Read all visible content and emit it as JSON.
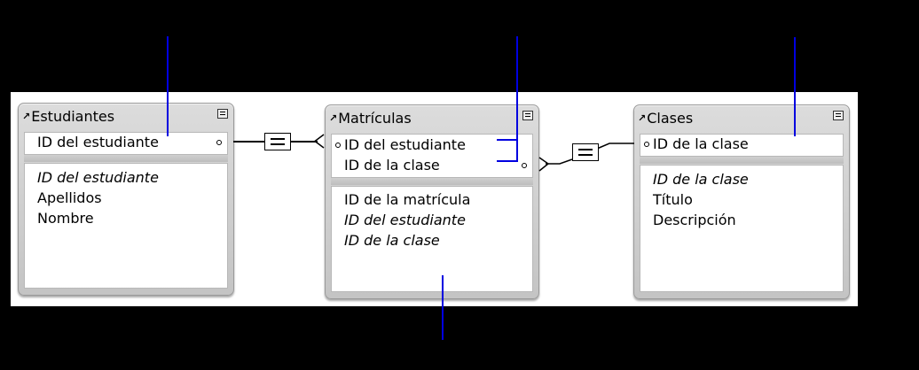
{
  "diagram": {
    "type": "relationship-graph",
    "tables": [
      {
        "id": "estudiantes",
        "name": "Estudiantes",
        "match_fields": [
          "ID del estudiante"
        ],
        "fields": [
          {
            "label": "ID del estudiante",
            "italic": true
          },
          {
            "label": "Apellidos",
            "italic": false
          },
          {
            "label": "Nombre",
            "italic": false
          }
        ]
      },
      {
        "id": "matriculas",
        "name": "Matrículas",
        "match_fields": [
          "ID del estudiante",
          "ID de la clase"
        ],
        "fields": [
          {
            "label": "ID de la matrícula",
            "italic": false
          },
          {
            "label": "ID del estudiante",
            "italic": true
          },
          {
            "label": "ID de la clase",
            "italic": true
          }
        ]
      },
      {
        "id": "clases",
        "name": "Clases",
        "match_fields": [
          "ID de la clase"
        ],
        "fields": [
          {
            "label": "ID de la clase",
            "italic": true
          },
          {
            "label": "Título",
            "italic": false
          },
          {
            "label": "Descripción",
            "italic": false
          }
        ]
      }
    ],
    "relationships": [
      {
        "from": "Estudiantes.ID del estudiante",
        "to": "Matrículas.ID del estudiante",
        "operator": "=",
        "cardinality": "one-to-many"
      },
      {
        "from": "Matrículas.ID de la clase",
        "to": "Clases.ID de la clase",
        "operator": "=",
        "cardinality": "many-to-one"
      }
    ],
    "colors": {
      "callout_line": "#0000e0",
      "background": "#000000",
      "canvas": "#ffffff",
      "table_frame": "#c8c8c8"
    }
  }
}
